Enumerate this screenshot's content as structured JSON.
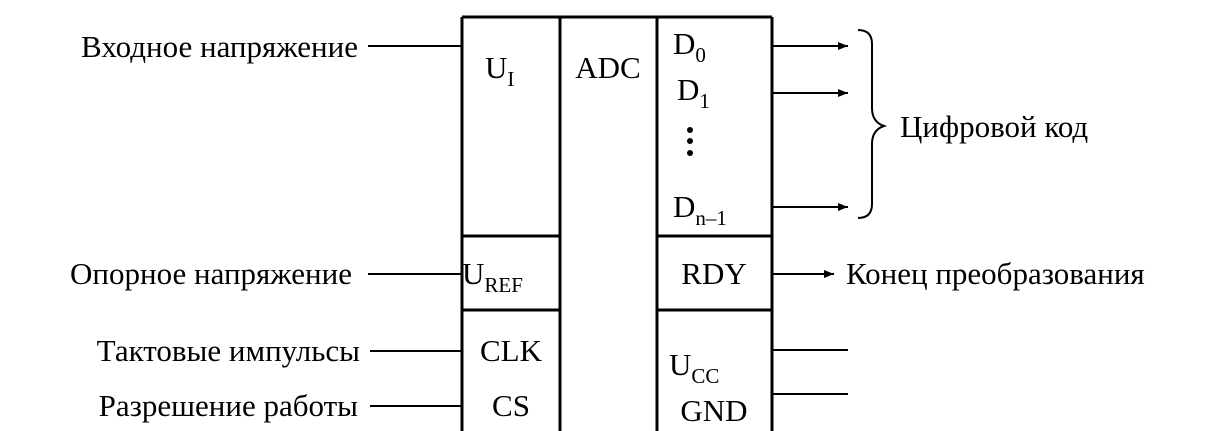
{
  "diagram": {
    "chip_name": "ADC",
    "inputs": {
      "input_voltage": {
        "label": "Входное напряжение",
        "pin": "U",
        "pin_sub": "I"
      },
      "reference_voltage": {
        "label": "Опорное напряжение",
        "pin": "U",
        "pin_sub": "REF"
      },
      "clock": {
        "label": "Тактовые импульсы",
        "pin": "CLK"
      },
      "chip_select": {
        "label": "Разрешение работы",
        "pin": "CS"
      }
    },
    "outputs": {
      "d0": {
        "pin": "D",
        "pin_sub": "0"
      },
      "d1": {
        "pin": "D",
        "pin_sub": "1"
      },
      "dn": {
        "pin": "D",
        "pin_sub": "n–1"
      },
      "digital_code_label": "Цифровой код",
      "rdy": {
        "pin": "RDY",
        "label": "Конец преобразования"
      },
      "ucc": {
        "pin": "U",
        "pin_sub": "CC"
      },
      "gnd": {
        "pin": "GND"
      }
    },
    "colors": {
      "line": "#000000",
      "background": "#ffffff"
    }
  }
}
